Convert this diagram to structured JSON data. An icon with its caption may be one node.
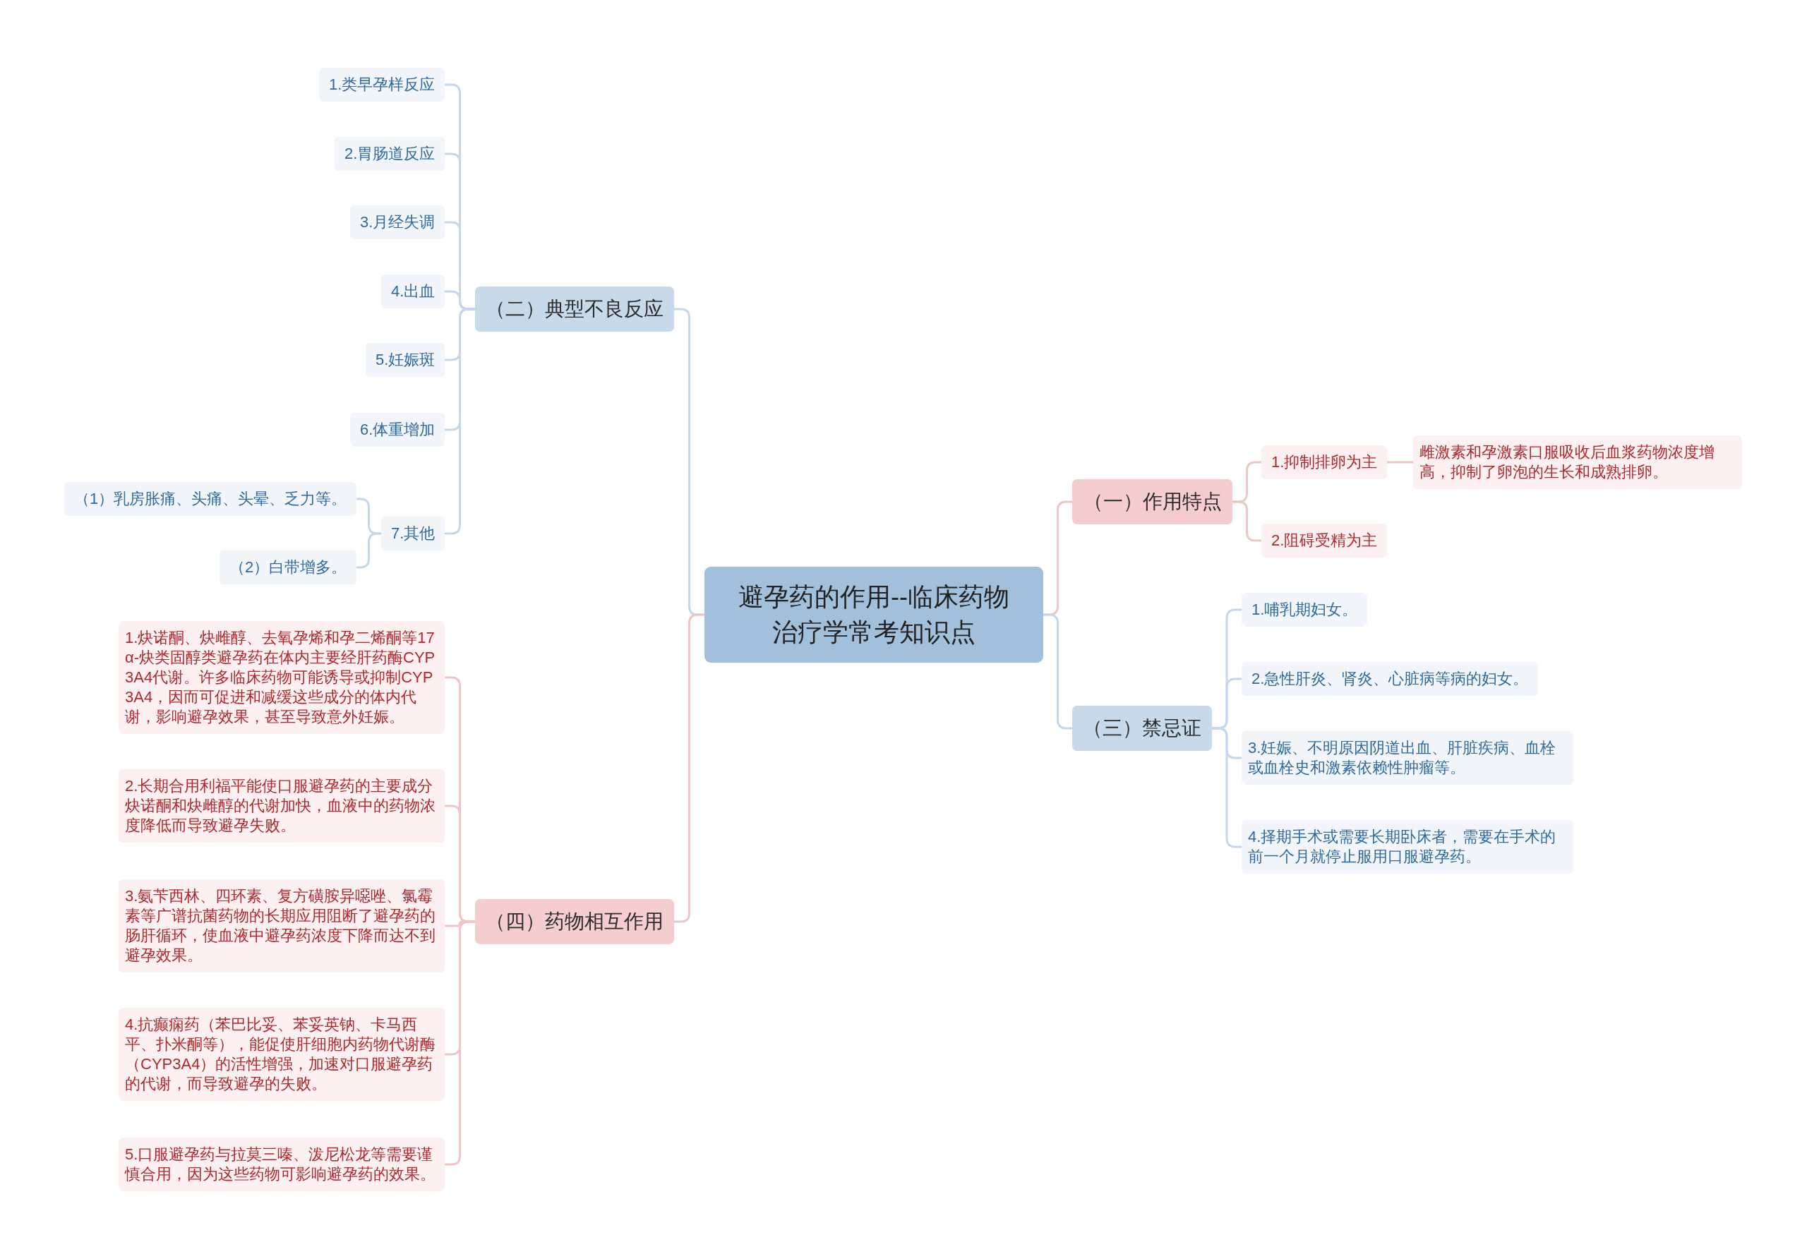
{
  "diagram": {
    "nodes": [
      {
        "text": [
          "避孕药的作用--临床药物治疗学常考知识点"
        ]
      },
      {
        "text": [
          "（二）典型不良反应"
        ]
      },
      {
        "text": [
          "1.类早孕样反应"
        ]
      },
      {
        "text": [
          "2.胃肠道反应"
        ]
      },
      {
        "text": [
          "3.月经失调"
        ]
      },
      {
        "text": [
          "4.出血"
        ]
      },
      {
        "text": [
          "5.妊娠斑"
        ]
      },
      {
        "text": [
          "6.体重增加"
        ]
      },
      {
        "text": [
          "7.其他"
        ]
      },
      {
        "text": [
          "（1）乳房胀痛、头痛、头晕、乏力等。"
        ]
      },
      {
        "text": [
          "（2）白带增多。"
        ]
      },
      {
        "text": [
          "（四）药物相互作用"
        ]
      },
      {
        "text": [
          "1.炔诺酮、炔雌醇、去氧孕烯和孕二烯酮等17α-炔类固醇类避孕药在体内主要经肝药酶CYP3A4代谢。许多临床药物可能诱导或抑制CYP3A4，因而可促进和减缓这些成分的体内代谢，影响避孕效果，甚至导致意外妊娠。"
        ]
      },
      {
        "text": [
          "2.长期合用利福平能使口服避孕药的主要成分炔诺酮和炔雌醇的代谢加快，血液中的药物浓度降低而导致避孕失败。"
        ]
      },
      {
        "text": [
          "3.氨苄西林、四环素、复方磺胺异噁唑、氯霉素等广谱抗菌药物的长期应用阻断了避孕药的肠肝循环，使血液中避孕药浓度下降而达不到避孕效果。"
        ]
      },
      {
        "text": [
          "4.抗癫痫药（苯巴比妥、苯妥英钠、卡马西平、扑米酮等），能促使肝细胞内药物代谢酶（CYP3A4）的活性增强，加速对口服避孕药的代谢，而导致避孕的失败。"
        ]
      },
      {
        "text": [
          "5.口服避孕药与拉莫三嗪、泼尼松龙等需要谨慎合用，因为这些药物可影响避孕药的效果。"
        ]
      },
      {
        "text": [
          "（一）作用特点"
        ]
      },
      {
        "text": [
          "1.抑制排卵为主"
        ]
      },
      {
        "text": [
          "雌激素和孕激素口服吸收后血浆药物浓度增高，抑制了卵泡的生长和成熟排卵。"
        ]
      },
      {
        "text": [
          "2.阻碍受精为主"
        ]
      },
      {
        "text": [
          "（三）禁忌证"
        ]
      },
      {
        "text": [
          "1.哺乳期妇女。"
        ]
      },
      {
        "text": [
          "2.急性肝炎、肾炎、心脏病等病的妇女。"
        ]
      },
      {
        "text": [
          "3.妊娠、不明原因阴道出血、肝脏疾病、血栓或血栓史和激素依赖性肿瘤等。"
        ]
      },
      {
        "text": [
          "4.择期手术或需要长期卧床者，需要在手术的前一个月就停止服用口服避孕药。"
        ]
      }
    ],
    "edges": [
      {
        "from": 0,
        "to": 1,
        "arrow": "none"
      },
      {
        "from": 0,
        "to": 11,
        "arrow": "none",
        "color": "#f0c5c6"
      },
      {
        "from": 0,
        "to": 17,
        "arrow": "none",
        "color": "#f0c5c6"
      },
      {
        "from": 0,
        "to": 21,
        "arrow": "none"
      },
      {
        "from": 1,
        "to": 2,
        "arrow": "none"
      },
      {
        "from": 1,
        "to": 3,
        "arrow": "none"
      },
      {
        "from": 1,
        "to": 4,
        "arrow": "none"
      },
      {
        "from": 1,
        "to": 5,
        "arrow": "none"
      },
      {
        "from": 1,
        "to": 6,
        "arrow": "none"
      },
      {
        "from": 1,
        "to": 7,
        "arrow": "none"
      },
      {
        "from": 1,
        "to": 8,
        "arrow": "none"
      },
      {
        "from": 8,
        "to": 9,
        "arrow": "none"
      },
      {
        "from": 8,
        "to": 10,
        "arrow": "none"
      },
      {
        "from": 11,
        "to": 12,
        "arrow": "none",
        "color": "#f0c5c6"
      },
      {
        "from": 11,
        "to": 13,
        "arrow": "none",
        "color": "#f0c5c6"
      },
      {
        "from": 11,
        "to": 14,
        "arrow": "none",
        "color": "#f0c5c6"
      },
      {
        "from": 11,
        "to": 15,
        "arrow": "none",
        "color": "#f0c5c6"
      },
      {
        "from": 11,
        "to": 16,
        "arrow": "none",
        "color": "#f0c5c6"
      },
      {
        "from": 17,
        "to": 18,
        "arrow": "none",
        "color": "#f0c5c6"
      },
      {
        "from": 18,
        "to": 19,
        "arrow": "none",
        "color": "#f0c5c6"
      },
      {
        "from": 17,
        "to": 20,
        "arrow": "none",
        "color": "#f0c5c6"
      },
      {
        "from": 21,
        "to": 22,
        "arrow": "none"
      },
      {
        "from": 21,
        "to": 23,
        "arrow": "none"
      },
      {
        "from": 21,
        "to": 24,
        "arrow": "none"
      },
      {
        "from": 21,
        "to": 25,
        "arrow": "none"
      }
    ]
  }
}
